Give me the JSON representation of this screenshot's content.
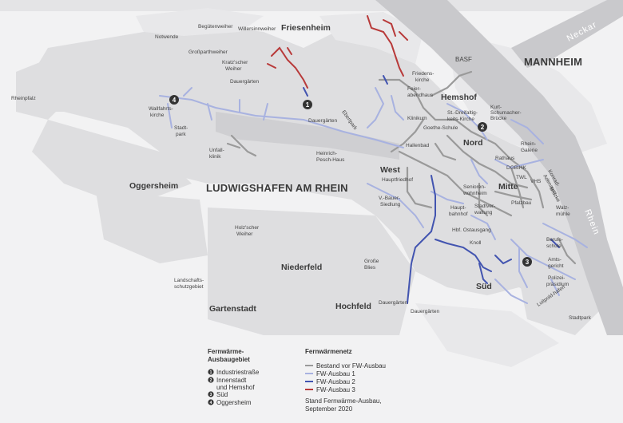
{
  "colors": {
    "background": "#f2f2f3",
    "urban": "#dcdcde",
    "river": "#c7c7ca",
    "bestand": "#9a9a9a",
    "ausbau1": "#a8b2e0",
    "ausbau2": "#4254b0",
    "ausbau3": "#b83a3a"
  },
  "labels": {
    "friesenheim": "Friesenheim",
    "mannheim": "MANNHEIM",
    "neckar": "Neckar",
    "rhein": "Rhein",
    "basf": "BASF",
    "hemshof": "Hemshof",
    "nord": "Nord",
    "west": "West",
    "mitte": "Mitte",
    "sued": "Süd",
    "oggersheim": "Oggersheim",
    "ludwigshafen": "LUDWIGSHAFEN AM RHEIN",
    "niederfeld": "Niederfeld",
    "gartenstadt": "Gartenstadt",
    "hochfeld": "Hochfeld",
    "rheinpfalz": "Rheinpfalz",
    "begueteweiher": "Begütenweiher",
    "willersinnweiher": "Willersinnweiher",
    "notwende": "Notwende",
    "grossparthweiher": "Großparthweiher",
    "kratzscher1": "Kratz'scher",
    "kratzscher2": "Weiher",
    "dauergaerten1": "Dauergärten",
    "dauergaerten2": "Dauergärten",
    "dauergaerten3": "Dauergärten",
    "dauergaerten4": "Dauergärten",
    "friedenskirche1": "Friedens-",
    "friedenskirche2": "kirche",
    "feierabendhaus1": "Feier-",
    "feierabendhaus2": "abendhaus",
    "dreifaltigkeit1": "St.-Dreifaltig-",
    "dreifaltigkeit2": "keits-Kirche",
    "klinikum": "Klinikum",
    "goetheschule": "Goethe-Schule",
    "hallenbad": "Hallenbad",
    "hauptfriedhof": "Hauptfriedhof",
    "vbauer1": "V.-Bauer-",
    "vbauer2": "Siedlung",
    "ebertpark": "Ebertpark",
    "wallfahrtskirche1": "Wallfahrts-",
    "wallfahrtskirche2": "kirche",
    "stadtpark1": "Stadt-",
    "stadtpark2": "park",
    "unfallklinik1": "Unfall-",
    "unfallklinik2": "klinik",
    "heinrichpesch1": "Heinrich-",
    "heinrichpesch2": "Pesch-Haus",
    "kurtschumacher1": "Kurt-",
    "kurtschumacher2": "Schumacher-",
    "kurtschumacher3": "Brücke",
    "rheingalerie1": "Rhein-",
    "rheingalerie2": "Galerie",
    "rathaus": "Rathaus",
    "dgb": "DGB",
    "ihk": "IHK",
    "twl": "TWL",
    "vhs": "VHS",
    "konrad1": "Konrad-",
    "konrad2": "Adenauer-",
    "konrad3": "Brücke",
    "senioren1": "Senioren-",
    "senioren2": "wohnheim",
    "hauptbahnhof1": "Haupt-",
    "hauptbahnhof2": "bahnhof",
    "stadtverwaltung1": "Stadtver-",
    "stadtverwaltung2": "waltung",
    "pfalzbau": "Pfalzbau",
    "walzmuehle1": "Walz-",
    "walzmuehle2": "mühle",
    "hbfostausgang": "Hbf. Ostausgang",
    "knoll": "Knoll",
    "berufsschule1": "Berufs-",
    "berufsschule2": "schule",
    "amtsgericht1": "Amts-",
    "amtsgericht2": "gericht",
    "polizei1": "Polizei-",
    "polizei2": "präsidium",
    "luitpoldhafen": "Luitpold-hafen",
    "stadtpark_sued": "Stadtpark",
    "holzscher1": "Holz'scher",
    "holzscher2": "Weiher",
    "grossebleis1": "Große",
    "grossebleis2": "Blies",
    "landschaft1": "Landschafts-",
    "landschaft2": "schutzgebiet"
  },
  "markers": [
    {
      "num": "1"
    },
    {
      "num": "2"
    },
    {
      "num": "3"
    },
    {
      "num": "4"
    }
  ],
  "legend_left": {
    "title1": "Fernwärme-",
    "title2": "Ausbaugebiet",
    "items": [
      {
        "num": "1",
        "text": "Industriestraße"
      },
      {
        "num": "2",
        "text": "Innenstadt"
      },
      {
        "num": "",
        "text": "und Hemshof"
      },
      {
        "num": "3",
        "text": "Süd"
      },
      {
        "num": "4",
        "text": "Oggersheim"
      }
    ]
  },
  "legend_right": {
    "title": "Fernwärmenetz",
    "items": [
      {
        "text": "Bestand vor FW-Ausbau",
        "color_key": "bestand"
      },
      {
        "text": "FW-Ausbau 1",
        "color_key": "ausbau1"
      },
      {
        "text": "FW-Ausbau 2",
        "color_key": "ausbau2"
      },
      {
        "text": "FW-Ausbau 3",
        "color_key": "ausbau3"
      }
    ],
    "note1": "Stand Fernwärme-Ausbau,",
    "note2": "September 2020"
  }
}
